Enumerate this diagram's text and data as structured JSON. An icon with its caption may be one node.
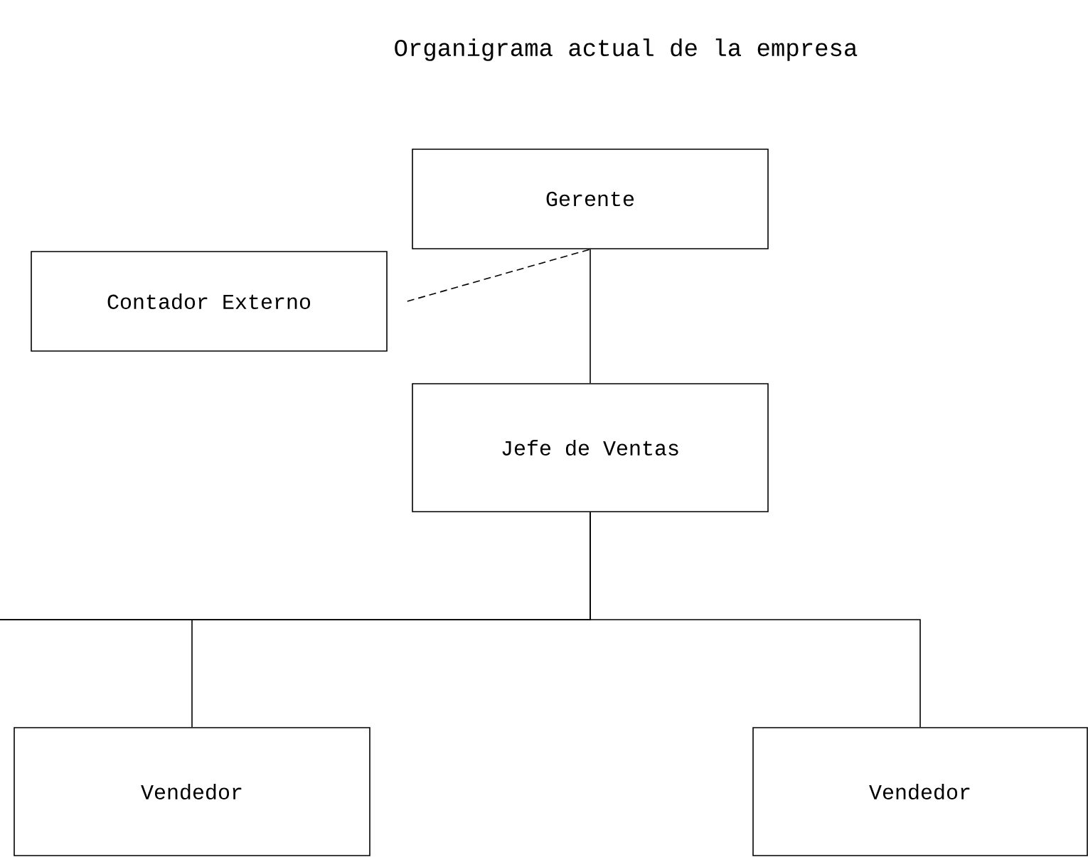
{
  "diagram": {
    "title": "Organigrama actual de la empresa",
    "nodes": [
      {
        "text": [
          "Gerente"
        ]
      },
      {
        "text": [
          "Contador Externo"
        ]
      },
      {
        "text": [
          "Jefe de Ventas"
        ]
      },
      {
        "text": [
          "Vendedor"
        ]
      },
      {
        "text": [
          "Vendedor"
        ]
      }
    ],
    "edges": [
      {
        "from": 0,
        "to": 2,
        "arrow": "none"
      },
      {
        "from": 1,
        "to": 0,
        "arrow": "none",
        "style": "dashed"
      },
      {
        "from": 2,
        "to": 3,
        "arrow": "none"
      },
      {
        "from": 2,
        "to": 4,
        "arrow": "none"
      }
    ]
  }
}
